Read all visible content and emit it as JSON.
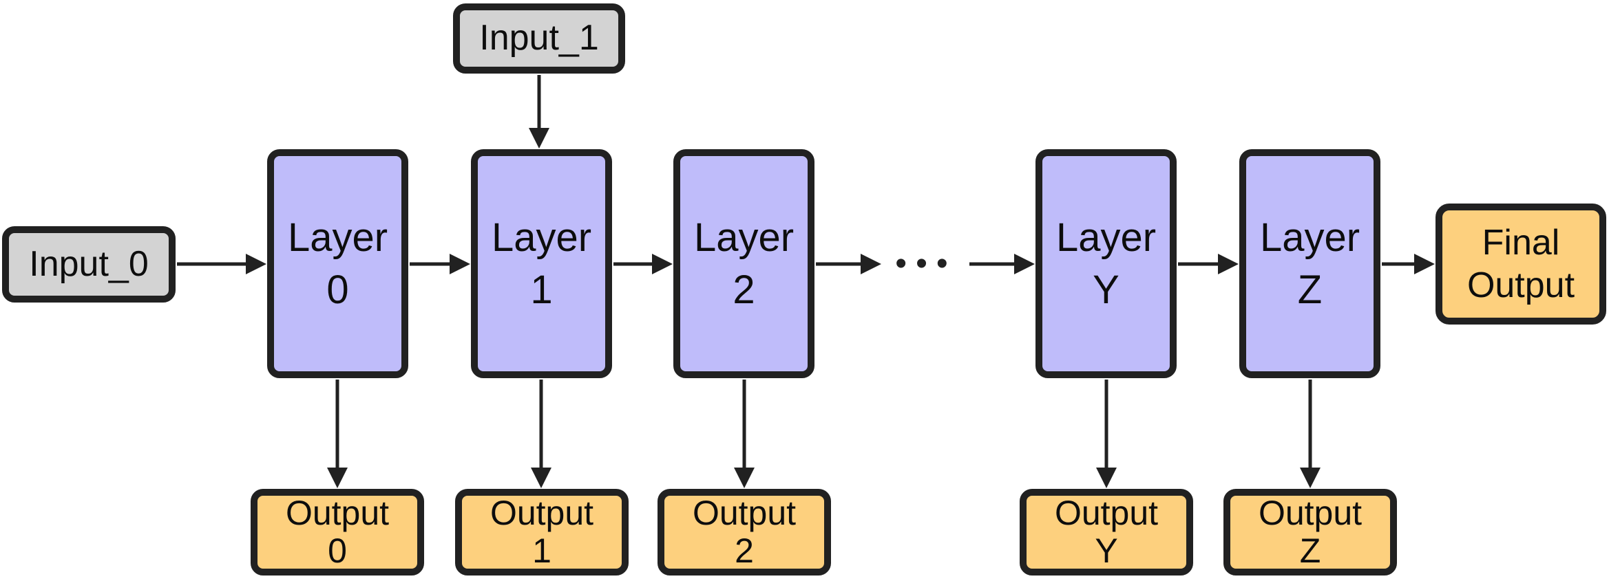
{
  "colors": {
    "input-fill": "#d3d3d3",
    "layer-fill": "#bfbcfa",
    "output-fill": "#fdd07e",
    "stroke": "#212121",
    "text": "#0d0d0d",
    "bg": "#ffffff"
  },
  "nodes": {
    "input_0": {
      "label": "Input_0"
    },
    "input_1": {
      "label": "Input_1"
    },
    "layers": [
      {
        "line1": "Layer",
        "line2": "0"
      },
      {
        "line1": "Layer",
        "line2": "1"
      },
      {
        "line1": "Layer",
        "line2": "2"
      },
      {
        "line1": "Layer",
        "line2": "Y"
      },
      {
        "line1": "Layer",
        "line2": "Z"
      }
    ],
    "outputs": [
      {
        "line1": "Output",
        "line2": "0"
      },
      {
        "line1": "Output",
        "line2": "1"
      },
      {
        "line1": "Output",
        "line2": "2"
      },
      {
        "line1": "Output",
        "line2": "Y"
      },
      {
        "line1": "Output",
        "line2": "Z"
      }
    ],
    "final_output": {
      "line1": "Final",
      "line2": "Output"
    },
    "ellipsis": "•••"
  }
}
